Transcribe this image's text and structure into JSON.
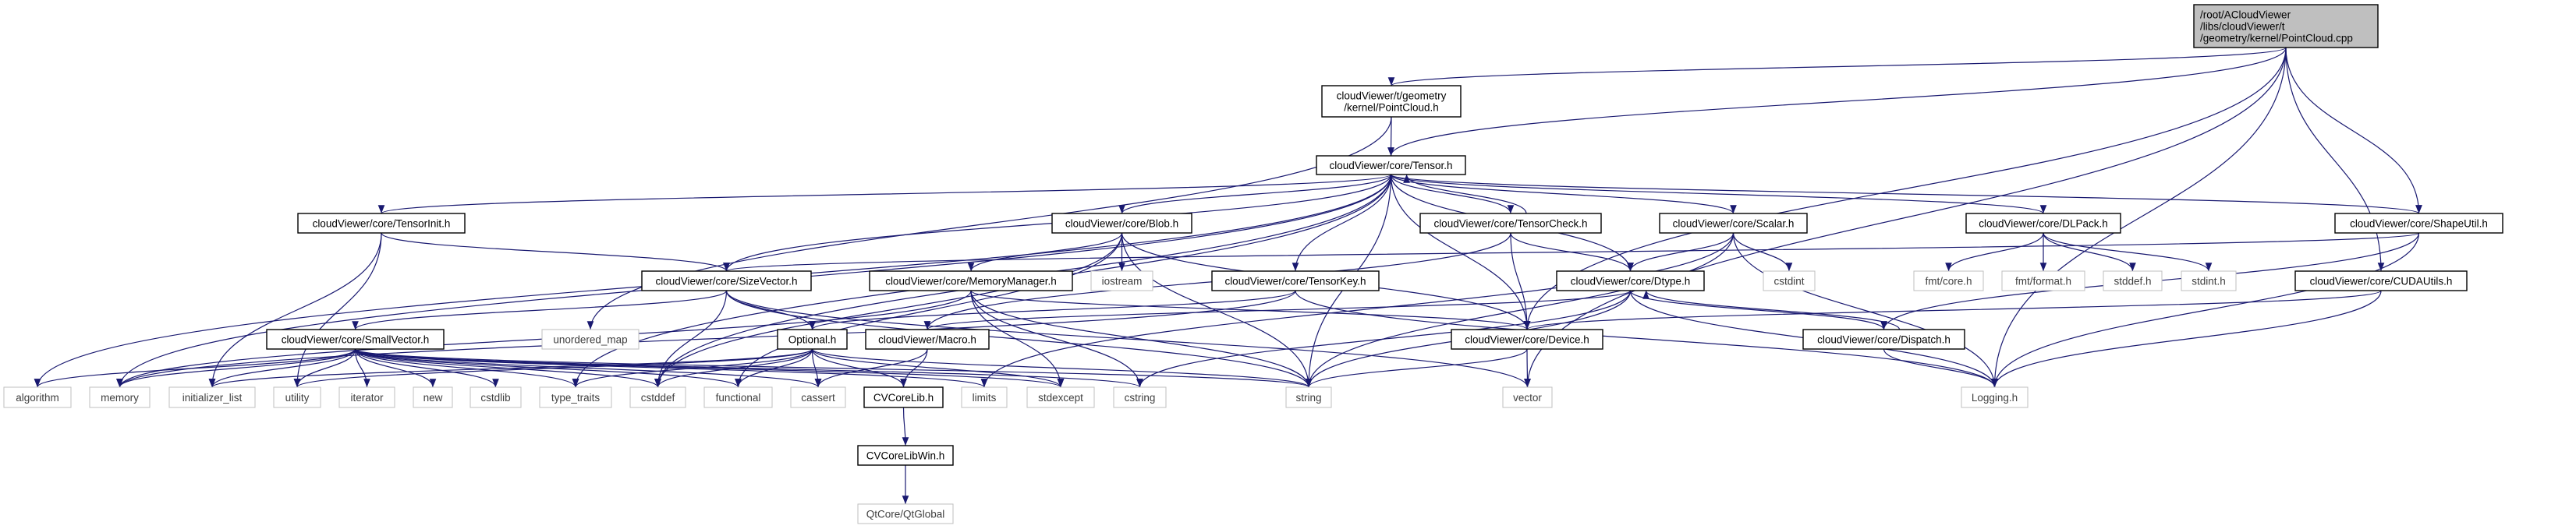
{
  "graph": {
    "type": "include-dependency-graph",
    "colors": {
      "edge": "#191970",
      "root_fill": "#bfbfbf",
      "node_border": "#000000",
      "system_border": "#bfbfbf"
    },
    "nodes": {
      "root": {
        "lines": [
          "/root/ACloudViewer",
          "/libs/cloudViewer/t",
          "/geometry/kernel/PointCloud.cpp"
        ],
        "kind": "root"
      },
      "pointcloud_h": {
        "lines": [
          "cloudViewer/t/geometry",
          "/kernel/PointCloud.h"
        ],
        "kind": "doc"
      },
      "tensor": {
        "lines": [
          "cloudViewer/core/Tensor.h"
        ],
        "kind": "doc"
      },
      "tensorinit": {
        "lines": [
          "cloudViewer/core/TensorInit.h"
        ],
        "kind": "doc"
      },
      "blob": {
        "lines": [
          "cloudViewer/core/Blob.h"
        ],
        "kind": "doc"
      },
      "tensorcheck": {
        "lines": [
          "cloudViewer/core/TensorCheck.h"
        ],
        "kind": "doc"
      },
      "scalar": {
        "lines": [
          "cloudViewer/core/Scalar.h"
        ],
        "kind": "doc"
      },
      "dlpack": {
        "lines": [
          "cloudViewer/core/DLPack.h"
        ],
        "kind": "doc"
      },
      "shapeutil": {
        "lines": [
          "cloudViewer/core/ShapeUtil.h"
        ],
        "kind": "doc"
      },
      "sizevector": {
        "lines": [
          "cloudViewer/core/SizeVector.h"
        ],
        "kind": "doc"
      },
      "memorymanager": {
        "lines": [
          "cloudViewer/core/MemoryManager.h"
        ],
        "kind": "doc"
      },
      "iostream": {
        "lines": [
          "iostream"
        ],
        "kind": "sys"
      },
      "tensorkey": {
        "lines": [
          "cloudViewer/core/TensorKey.h"
        ],
        "kind": "doc"
      },
      "dtype": {
        "lines": [
          "cloudViewer/core/Dtype.h"
        ],
        "kind": "doc"
      },
      "cstdint": {
        "lines": [
          "cstdint"
        ],
        "kind": "sys"
      },
      "fmtcore": {
        "lines": [
          "fmt/core.h"
        ],
        "kind": "sys"
      },
      "fmtformat": {
        "lines": [
          "fmt/format.h"
        ],
        "kind": "sys"
      },
      "stddef": {
        "lines": [
          "stddef.h"
        ],
        "kind": "sys"
      },
      "stdint": {
        "lines": [
          "stdint.h"
        ],
        "kind": "sys"
      },
      "cudautils": {
        "lines": [
          "cloudViewer/core/CUDAUtils.h"
        ],
        "kind": "doc"
      },
      "smallvector": {
        "lines": [
          "cloudViewer/core/SmallVector.h"
        ],
        "kind": "doc"
      },
      "unordered_map": {
        "lines": [
          "unordered_map"
        ],
        "kind": "sys"
      },
      "optional": {
        "lines": [
          "Optional.h"
        ],
        "kind": "doc"
      },
      "macro": {
        "lines": [
          "cloudViewer/Macro.h"
        ],
        "kind": "doc"
      },
      "device": {
        "lines": [
          "cloudViewer/core/Device.h"
        ],
        "kind": "doc"
      },
      "dispatch": {
        "lines": [
          "cloudViewer/core/Dispatch.h"
        ],
        "kind": "doc"
      },
      "algorithm": {
        "lines": [
          "algorithm"
        ],
        "kind": "sys"
      },
      "memory": {
        "lines": [
          "memory"
        ],
        "kind": "sys"
      },
      "initializer_list": {
        "lines": [
          "initializer_list"
        ],
        "kind": "sys"
      },
      "utility": {
        "lines": [
          "utility"
        ],
        "kind": "sys"
      },
      "iterator": {
        "lines": [
          "iterator"
        ],
        "kind": "sys"
      },
      "new": {
        "lines": [
          "new"
        ],
        "kind": "sys"
      },
      "cstdlib": {
        "lines": [
          "cstdlib"
        ],
        "kind": "sys"
      },
      "type_traits": {
        "lines": [
          "type_traits"
        ],
        "kind": "sys"
      },
      "cstddef": {
        "lines": [
          "cstddef"
        ],
        "kind": "sys"
      },
      "functional": {
        "lines": [
          "functional"
        ],
        "kind": "sys"
      },
      "cassert": {
        "lines": [
          "cassert"
        ],
        "kind": "sys"
      },
      "cvcorelib": {
        "lines": [
          "CVCoreLib.h"
        ],
        "kind": "doc"
      },
      "limits": {
        "lines": [
          "limits"
        ],
        "kind": "sys"
      },
      "stdexcept": {
        "lines": [
          "stdexcept"
        ],
        "kind": "sys"
      },
      "cstring": {
        "lines": [
          "cstring"
        ],
        "kind": "sys"
      },
      "string": {
        "lines": [
          "string"
        ],
        "kind": "sys"
      },
      "vector": {
        "lines": [
          "vector"
        ],
        "kind": "sys"
      },
      "logging": {
        "lines": [
          "Logging.h"
        ],
        "kind": "sys"
      },
      "cvcorelibwin": {
        "lines": [
          "CVCoreLibWin.h"
        ],
        "kind": "doc"
      },
      "qtglobal": {
        "lines": [
          "QtCore/QtGlobal"
        ],
        "kind": "sys"
      }
    },
    "edges": [
      [
        "root",
        "pointcloud_h"
      ],
      [
        "root",
        "tensor"
      ],
      [
        "root",
        "shapeutil"
      ],
      [
        "root",
        "cudautils"
      ],
      [
        "root",
        "device"
      ],
      [
        "root",
        "vector"
      ],
      [
        "root",
        "logging"
      ],
      [
        "pointcloud_h",
        "tensor"
      ],
      [
        "pointcloud_h",
        "unordered_map"
      ],
      [
        "tensor",
        "algorithm"
      ],
      [
        "tensor",
        "memory"
      ],
      [
        "tensor",
        "tensorinit"
      ],
      [
        "tensor",
        "blob"
      ],
      [
        "tensor",
        "sizevector"
      ],
      [
        "tensor",
        "cstddef"
      ],
      [
        "tensor",
        "type_traits"
      ],
      [
        "tensor",
        "tensorcheck"
      ],
      [
        "tensor",
        "tensorkey"
      ],
      [
        "tensor",
        "string"
      ],
      [
        "tensor",
        "scalar"
      ],
      [
        "tensor",
        "dtype"
      ],
      [
        "tensor",
        "device"
      ],
      [
        "tensor",
        "dlpack"
      ],
      [
        "tensor",
        "shapeutil"
      ],
      [
        "tensorinit",
        "sizevector"
      ],
      [
        "tensorinit",
        "initializer_list"
      ],
      [
        "tensorinit",
        "utility"
      ],
      [
        "blob",
        "memorymanager"
      ],
      [
        "blob",
        "iostream"
      ],
      [
        "blob",
        "string"
      ],
      [
        "blob",
        "device"
      ],
      [
        "blob",
        "cstddef"
      ],
      [
        "blob",
        "functional"
      ],
      [
        "tensorcheck",
        "tensor"
      ],
      [
        "tensorcheck",
        "device"
      ],
      [
        "tensorcheck",
        "dtype"
      ],
      [
        "tensorcheck",
        "macro"
      ],
      [
        "scalar",
        "dtype"
      ],
      [
        "scalar",
        "cstdint"
      ],
      [
        "scalar",
        "string"
      ],
      [
        "scalar",
        "logging"
      ],
      [
        "scalar",
        "limits"
      ],
      [
        "dlpack",
        "fmtcore"
      ],
      [
        "dlpack",
        "fmtformat"
      ],
      [
        "dlpack",
        "stddef"
      ],
      [
        "dlpack",
        "stdint"
      ],
      [
        "shapeutil",
        "sizevector"
      ],
      [
        "shapeutil",
        "dispatch"
      ],
      [
        "shapeutil",
        "logging"
      ],
      [
        "cudautils",
        "device"
      ],
      [
        "cudautils",
        "logging"
      ],
      [
        "sizevector",
        "smallvector"
      ],
      [
        "sizevector",
        "optional"
      ],
      [
        "sizevector",
        "cstddef"
      ],
      [
        "sizevector",
        "string"
      ],
      [
        "sizevector",
        "vector"
      ],
      [
        "memorymanager",
        "device"
      ],
      [
        "memorymanager",
        "memory"
      ],
      [
        "memorymanager",
        "stdexcept"
      ],
      [
        "memorymanager",
        "string"
      ],
      [
        "memorymanager",
        "cstring"
      ],
      [
        "tensorkey",
        "optional"
      ],
      [
        "tensorkey",
        "logging"
      ],
      [
        "tensorkey",
        "memory"
      ],
      [
        "dtype",
        "dispatch"
      ],
      [
        "dtype",
        "macro"
      ],
      [
        "dtype",
        "string"
      ],
      [
        "dtype",
        "cstring"
      ],
      [
        "dtype",
        "logging"
      ],
      [
        "dispatch",
        "dtype"
      ],
      [
        "dispatch",
        "logging"
      ],
      [
        "device",
        "string"
      ],
      [
        "device",
        "vector"
      ],
      [
        "macro",
        "cvcorelib"
      ],
      [
        "macro",
        "cassert"
      ],
      [
        "smallvector",
        "algorithm"
      ],
      [
        "smallvector",
        "memory"
      ],
      [
        "smallvector",
        "initializer_list"
      ],
      [
        "smallvector",
        "utility"
      ],
      [
        "smallvector",
        "iterator"
      ],
      [
        "smallvector",
        "new"
      ],
      [
        "smallvector",
        "cstdlib"
      ],
      [
        "smallvector",
        "type_traits"
      ],
      [
        "smallvector",
        "cstddef"
      ],
      [
        "smallvector",
        "functional"
      ],
      [
        "smallvector",
        "cassert"
      ],
      [
        "smallvector",
        "limits"
      ],
      [
        "smallvector",
        "stdexcept"
      ],
      [
        "smallvector",
        "cstring"
      ],
      [
        "smallvector",
        "string"
      ],
      [
        "optional",
        "initializer_list"
      ],
      [
        "optional",
        "utility"
      ],
      [
        "optional",
        "type_traits"
      ],
      [
        "optional",
        "cstddef"
      ],
      [
        "optional",
        "functional"
      ],
      [
        "optional",
        "cassert"
      ],
      [
        "optional",
        "stdexcept"
      ],
      [
        "optional",
        "string"
      ],
      [
        "optional",
        "cvcorelib"
      ],
      [
        "cvcorelib",
        "cvcorelibwin"
      ],
      [
        "cvcorelibwin",
        "qtglobal"
      ]
    ]
  }
}
